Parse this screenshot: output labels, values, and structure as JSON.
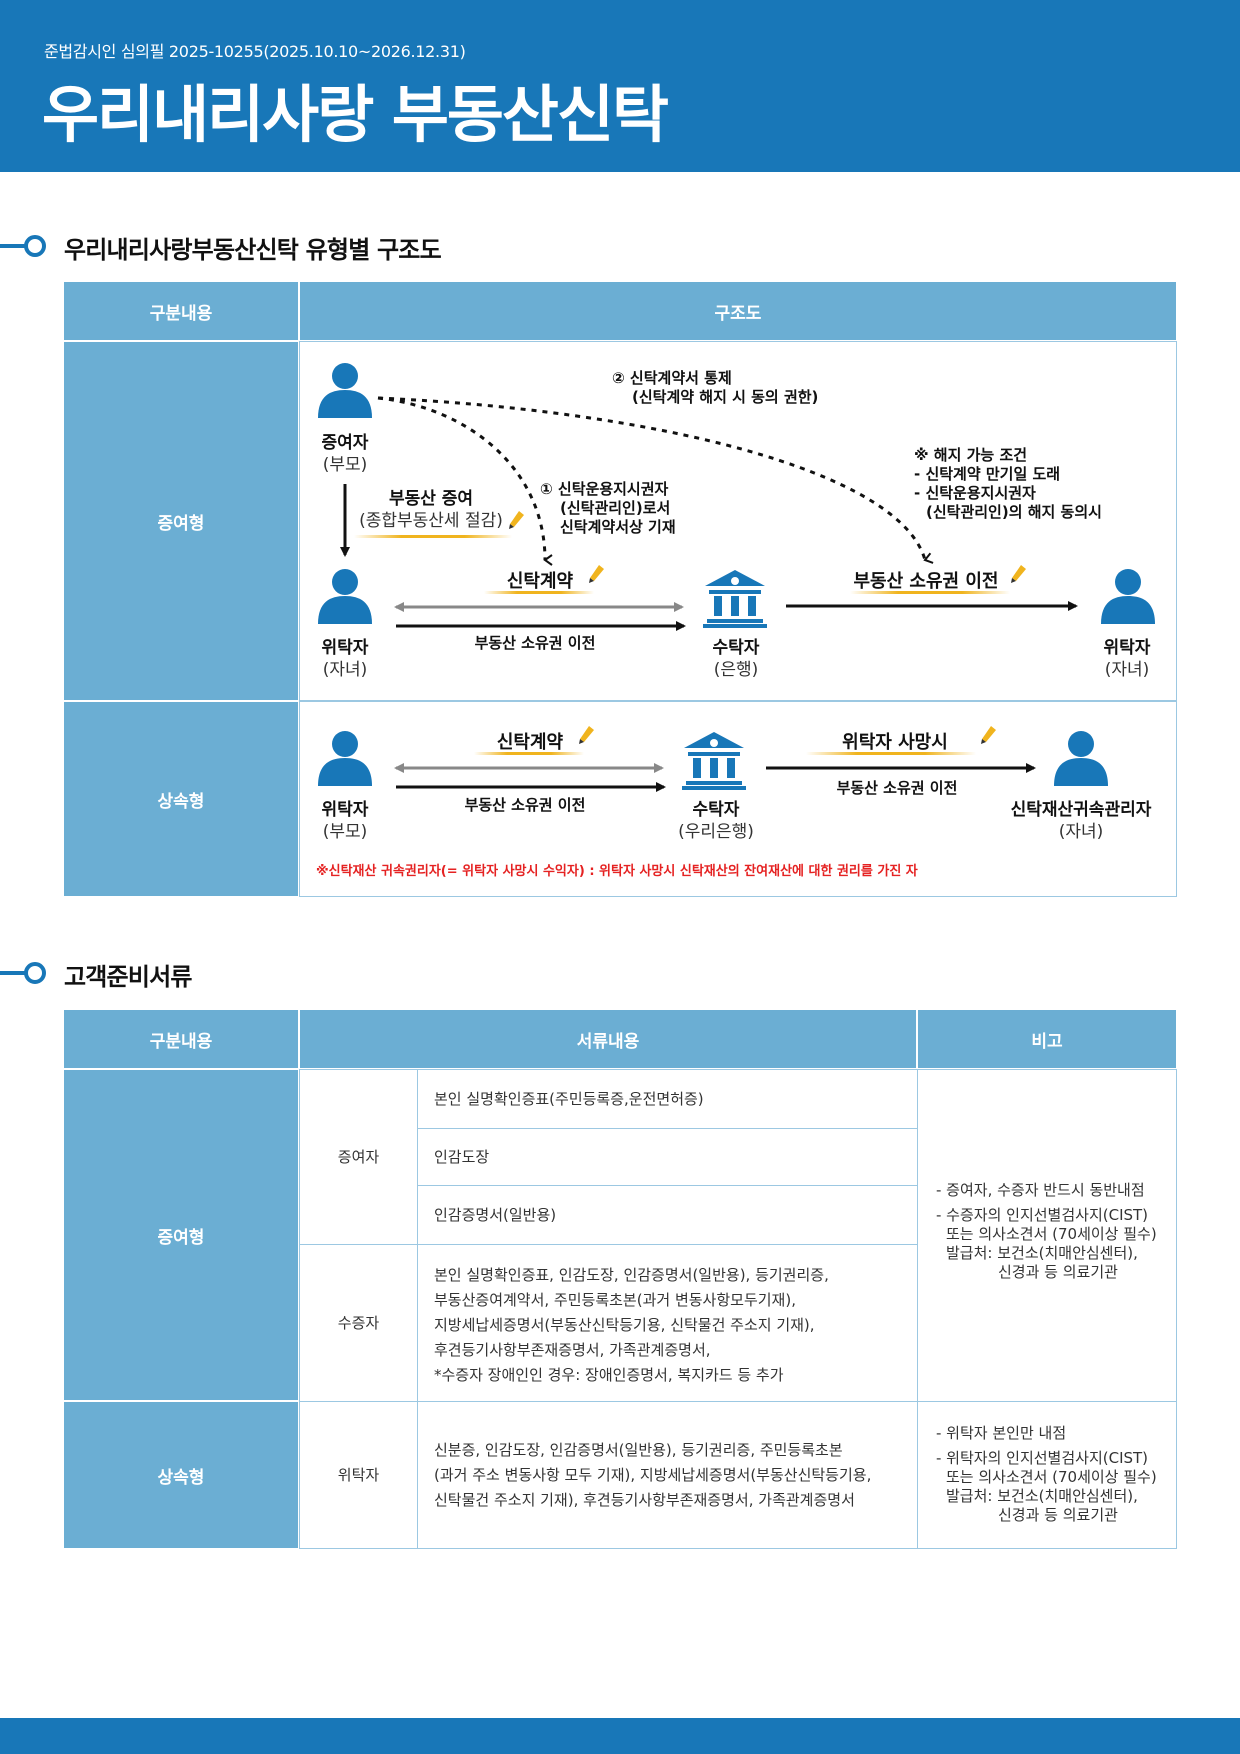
{
  "header": {
    "review_no": "준법감시인 심의필 2025-10255(2025.10.10~2026.12.31)",
    "title": "우리내리사랑 부동산신탁"
  },
  "section1": {
    "title": "우리내리사랑부동산신탁 유형별 구조도",
    "col_category": "구분내용",
    "col_diagram": "구조도",
    "gift": {
      "label": "증여형",
      "donor_name": "증여자",
      "donor_sub": "(부모)",
      "settlor_name": "위탁자",
      "settlor_sub": "(자녀)",
      "trustee_name": "수탁자",
      "trustee_sub": "(은행)",
      "beneficiary_name": "위탁자",
      "beneficiary_sub": "(자녀)",
      "gift_title": "부동산 증여",
      "gift_sub": "(종합부동산세 절감)",
      "note1_l1": "① 신탁운용지시권자",
      "note1_l2": "(신탁관리인)로서",
      "note1_l3": "신탁계약서상 기재",
      "note2_l1": "② 신탁계약서 통제",
      "note2_l2": "(신탁계약 해지 시 동의 권한)",
      "cond_l1": "※ 해지 가능 조건",
      "cond_l2": "- 신탁계약 만기일 도래",
      "cond_l3": "- 신탁운용지시권자",
      "cond_l4": "(신탁관리인)의 해지 동의시",
      "contract": "신탁계약",
      "transfer": "부동산 소유권 이전",
      "transfer_right": "부동산 소유권 이전"
    },
    "inherit": {
      "label": "상속형",
      "settlor_name": "위탁자",
      "settlor_sub": "(부모)",
      "trustee_name": "수탁자",
      "trustee_sub": "(우리은행)",
      "heir_name": "신탁재산귀속관리자",
      "heir_sub": "(자녀)",
      "contract": "신탁계약",
      "transfer": "부동산 소유권 이전",
      "death": "위탁자 사망시",
      "transfer_right": "부동산 소유권 이전",
      "footnote": "※신탁재산 귀속권리자(= 위탁자 사망시 수익자) : 위탁자 사망시 신탁재산의 잔여재산에 대한 권리를 가진 자"
    }
  },
  "section2": {
    "title": "고객준비서류",
    "col_category": "구분내용",
    "col_docs": "서류내용",
    "col_note": "비고",
    "gift": {
      "label": "증여형",
      "donor": "증여자",
      "donor_doc1": "본인 실명확인증표(주민등록증,운전면허증)",
      "donor_doc2": "인감도장",
      "donor_doc3": "인감증명서(일반용)",
      "recipient": "수증자",
      "recipient_l1": "본인 실명확인증표, 인감도장, 인감증명서(일반용), 등기권리증,",
      "recipient_l2": "부동산증여계약서, 주민등록초본(과거 변동사항모두기재),",
      "recipient_l3": "지방세납세증명서(부동산신탁등기용, 신탁물건 주소지 기재),",
      "recipient_l4": "후견등기사항부존재증명서, 가족관계증명서,",
      "recipient_l5": "*수증자 장애인인 경우: 장애인증명서, 복지카드 등 추가",
      "note_l1": "- 증여자, 수증자 반드시 동반내점",
      "note_l2": "- 수증자의 인지선별검사지(CIST)",
      "note_l3": "또는 의사소견서 (70세이상 필수)",
      "note_l4": "발급처: 보건소(치매안심센터),",
      "note_l5": "신경과 등 의료기관"
    },
    "inherit": {
      "label": "상속형",
      "settlor": "위탁자",
      "doc_l1": "신분증, 인감도장, 인감증명서(일반용), 등기권리증, 주민등록초본",
      "doc_l2": "(과거 주소 변동사항 모두 기재), 지방세납세증명서(부동산신탁등기용,",
      "doc_l3": "신탁물건 주소지 기재), 후견등기사항부존재증명서, 가족관계증명서",
      "note_l1": "- 위탁자 본인만 내점",
      "note_l2": "- 위탁자의 인지선별검사지(CIST)",
      "note_l3": "또는 의사소견서 (70세이상 필수)",
      "note_l4": "발급처: 보건소(치매안심센터),",
      "note_l5": "신경과 등 의료기관"
    }
  },
  "colors": {
    "brand": "#1877b8",
    "header_cell": "#6baed3",
    "highlight": "#f0b41e",
    "warning": "#e52222"
  }
}
